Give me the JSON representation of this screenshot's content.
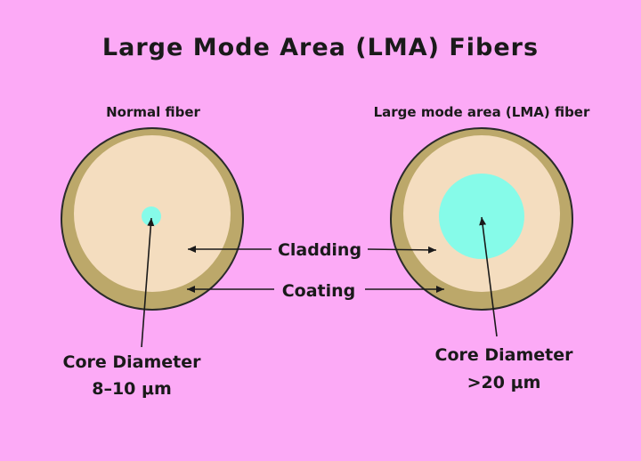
{
  "title": "Large Mode Area (LMA) Fibers",
  "fibers": [
    {
      "name": "Normal fiber",
      "core_label": "Core Diameter",
      "core_value": "8–10 μm"
    },
    {
      "name": "Large mode area (LMA) fiber",
      "core_label": "Core Diameter",
      "core_value": ">20 μm"
    }
  ],
  "labels": {
    "cladding": "Cladding",
    "coating": "Coating"
  },
  "colors": {
    "background": "#fcaaf6",
    "coating": "#bca86a",
    "cladding": "#f4ddbf",
    "core": "#86fbe9",
    "outline": "#2b2b2b",
    "text": "#1a1a1a"
  }
}
